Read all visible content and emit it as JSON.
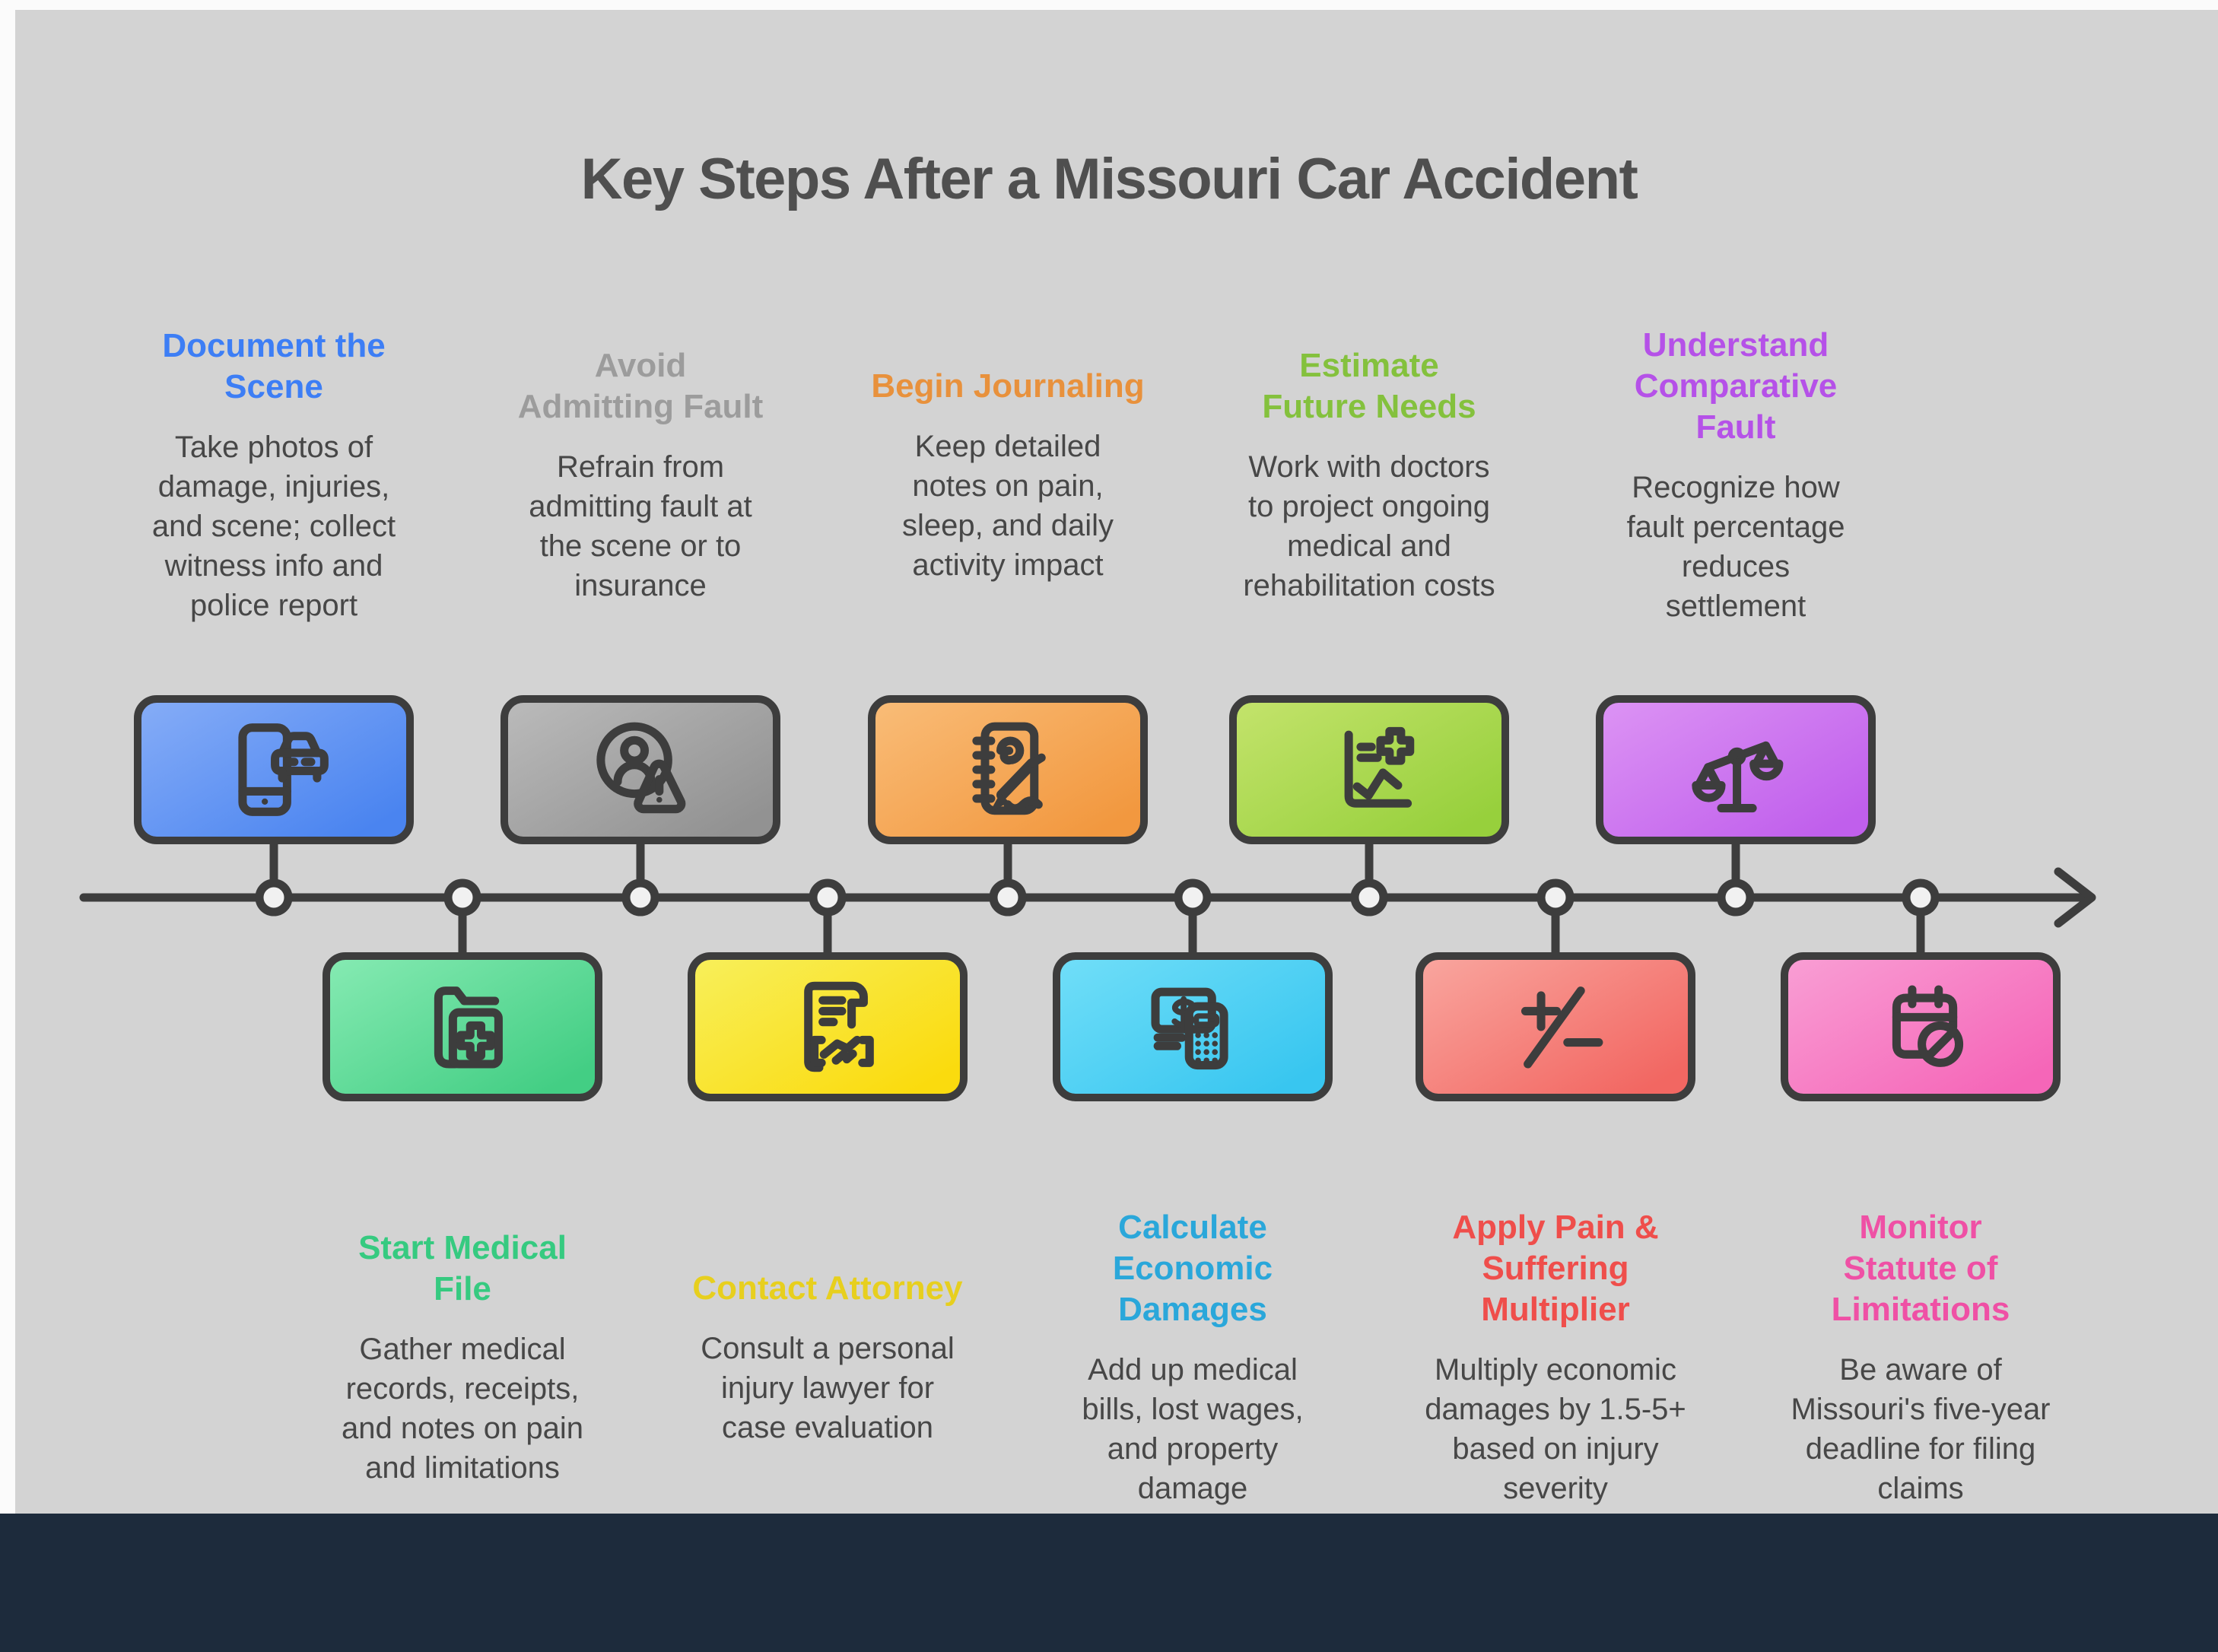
{
  "page": {
    "title": "Key Steps After a Missouri Car Accident",
    "background_color": "#d3d3d3",
    "footer_bar_color": "#1d2b3c",
    "outline_color": "#3d3d3d",
    "title_color": "#4f4f4f",
    "body_text_color": "#474747",
    "timeline_node_fill": "#f1f1f1"
  },
  "steps": [
    {
      "order": 1,
      "row": "top",
      "title": "Document the Scene",
      "description": "Take photos of damage, injuries, and scene; collect witness info and police report",
      "accent_color": "#3d7ef5",
      "gradient_top": "#85acf7",
      "gradient_bottom": "#4a84f0",
      "icon": "phone-car-icon"
    },
    {
      "order": 2,
      "row": "bottom",
      "title": "Start Medical File",
      "description": "Gather medical records, receipts, and notes on pain and limitations",
      "accent_color": "#36ca80",
      "gradient_top": "#85eab2",
      "gradient_bottom": "#43ce84",
      "icon": "medical-folder-icon"
    },
    {
      "order": 3,
      "row": "top",
      "title": "Avoid Admitting Fault",
      "description": "Refrain from admitting fault at the scene or to insurance",
      "accent_color": "#9c9c9c",
      "gradient_top": "#bababa",
      "gradient_bottom": "#929292",
      "icon": "person-warning-icon"
    },
    {
      "order": 4,
      "row": "bottom",
      "title": "Contact Attorney",
      "description": "Consult a personal injury lawyer for case evaluation",
      "accent_color": "#e7cf1e",
      "gradient_top": "#f8ef5a",
      "gradient_bottom": "#fadb0e",
      "icon": "contract-handshake-icon"
    },
    {
      "order": 5,
      "row": "top",
      "title": "Begin Journaling",
      "description": "Keep detailed notes on pain, sleep, and daily activity impact",
      "accent_color": "#e8913c",
      "gradient_top": "#f9bc77",
      "gradient_bottom": "#f2983f",
      "icon": "journal-pen-icon"
    },
    {
      "order": 6,
      "row": "bottom",
      "title": "Calculate Economic Damages",
      "description": "Add up medical bills, lost wages, and property damage",
      "accent_color": "#2aa7da",
      "gradient_top": "#70def8",
      "gradient_bottom": "#38c6f0",
      "icon": "money-calculator-icon"
    },
    {
      "order": 7,
      "row": "top",
      "title": "Estimate Future Needs",
      "description": "Work with doctors to project ongoing medical and rehabilitation costs",
      "accent_color": "#84c13d",
      "gradient_top": "#c3e36b",
      "gradient_bottom": "#97d03c",
      "icon": "chart-plus-icon"
    },
    {
      "order": 8,
      "row": "bottom",
      "title": "Apply Pain & Suffering Multiplier",
      "description": "Multiply economic damages by 1.5-5+ based on injury severity",
      "accent_color": "#ef4e4b",
      "gradient_top": "#f9a59e",
      "gradient_bottom": "#f26762",
      "icon": "plus-minus-icon"
    },
    {
      "order": 9,
      "row": "top",
      "title": "Understand Comparative Fault",
      "description": "Recognize how fault percentage reduces settlement",
      "accent_color": "#b551e8",
      "gradient_top": "#dc93f4",
      "gradient_bottom": "#c05fec",
      "icon": "scales-icon"
    },
    {
      "order": 10,
      "row": "bottom",
      "title": "Monitor Statute of Limitations",
      "description": "Be aware of Missouri's five-year deadline for filing claims",
      "accent_color": "#ef50a5",
      "gradient_top": "#f99ed4",
      "gradient_bottom": "#f566b8",
      "icon": "calendar-blocked-icon"
    }
  ]
}
